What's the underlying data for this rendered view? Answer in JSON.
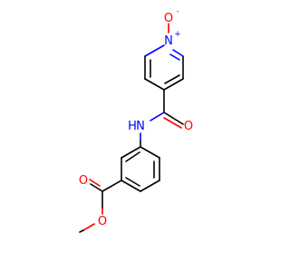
{
  "colors": {
    "bond": "#000000",
    "oxygen": "#ff0000",
    "nitrogen": "#0000ff",
    "background": "#ffffff"
  },
  "labels": {
    "n_oxide_nitrogen": "N",
    "n_oxide_nitrogen_charge": "+",
    "n_oxide_oxygen": "O",
    "n_oxide_oxygen_charge": "-",
    "amide_nh": "N",
    "amide_h": "H",
    "amide_oxygen": "O",
    "ester_carbonyl_oxygen": "O",
    "ester_ether_oxygen": "O"
  }
}
